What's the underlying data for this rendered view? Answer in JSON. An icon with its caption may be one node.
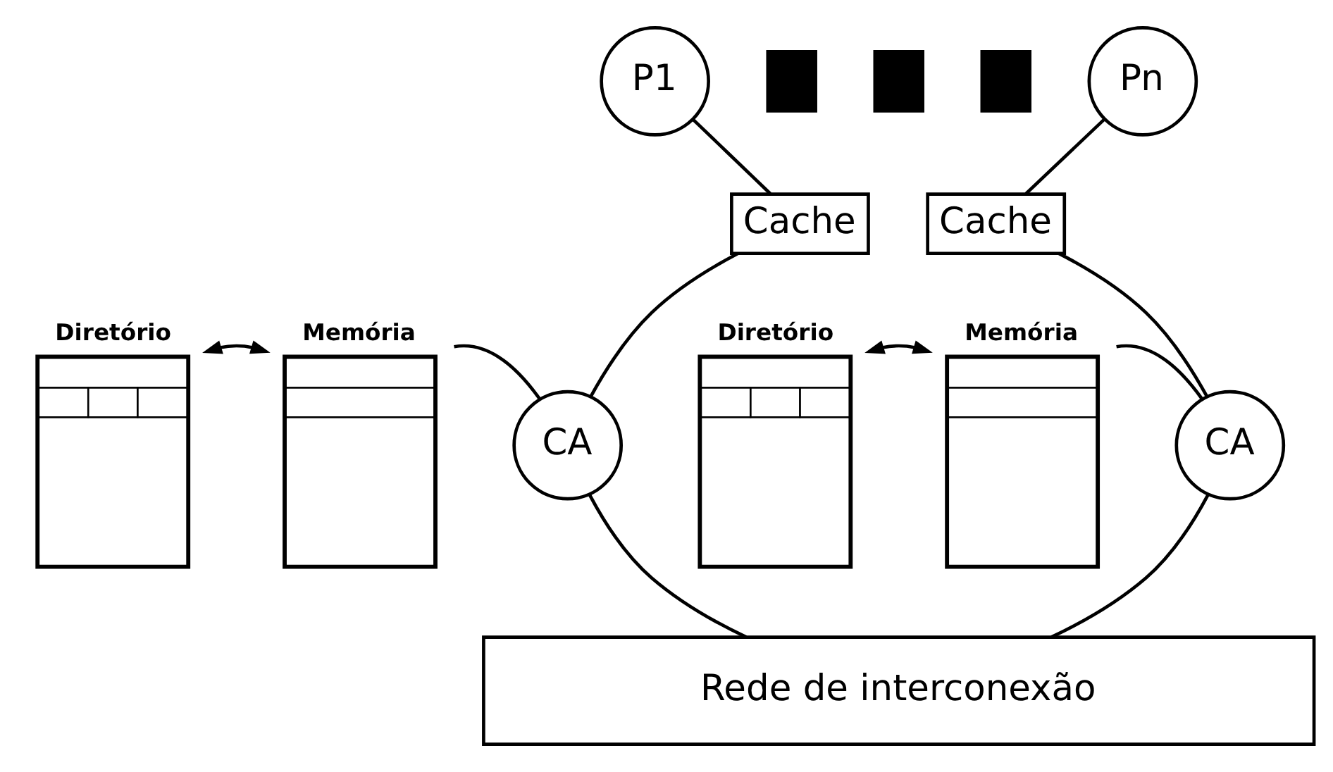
{
  "diagram": {
    "nodes": [
      {
        "text": [
          "P1"
        ]
      },
      {
        "text": [],
        "shape": "box"
      },
      {
        "text": [],
        "shape": "box"
      },
      {
        "text": [],
        "shape": "box"
      },
      {
        "text": [
          "Pn"
        ]
      },
      {
        "text": [
          "Cache"
        ]
      },
      {
        "text": [
          "Cache"
        ]
      },
      {
        "text": [
          "Diretório"
        ]
      },
      {
        "text": [
          "Memória"
        ]
      },
      {
        "text": [
          "CA"
        ]
      },
      {
        "text": [
          "Diretório"
        ]
      },
      {
        "text": [
          "Memória"
        ]
      },
      {
        "text": [
          "CA"
        ]
      },
      {
        "text": [
          "Rede de interconexão"
        ]
      }
    ],
    "edges": [
      {
        "from": 0,
        "to": 5,
        "arrow": "none"
      },
      {
        "from": 5,
        "to": 9,
        "arrow": "none"
      },
      {
        "from": 8,
        "to": 9,
        "arrow": "none"
      },
      {
        "from": 7,
        "to": 8,
        "arrow": "both"
      },
      {
        "from": 9,
        "to": 13,
        "arrow": "none"
      },
      {
        "from": 4,
        "to": 6,
        "arrow": "none"
      },
      {
        "from": 6,
        "to": 12,
        "arrow": "none"
      },
      {
        "from": 11,
        "to": 12,
        "arrow": "none"
      },
      {
        "from": 10,
        "to": 11,
        "arrow": "both"
      },
      {
        "from": 12,
        "to": 13,
        "arrow": "none"
      }
    ]
  }
}
